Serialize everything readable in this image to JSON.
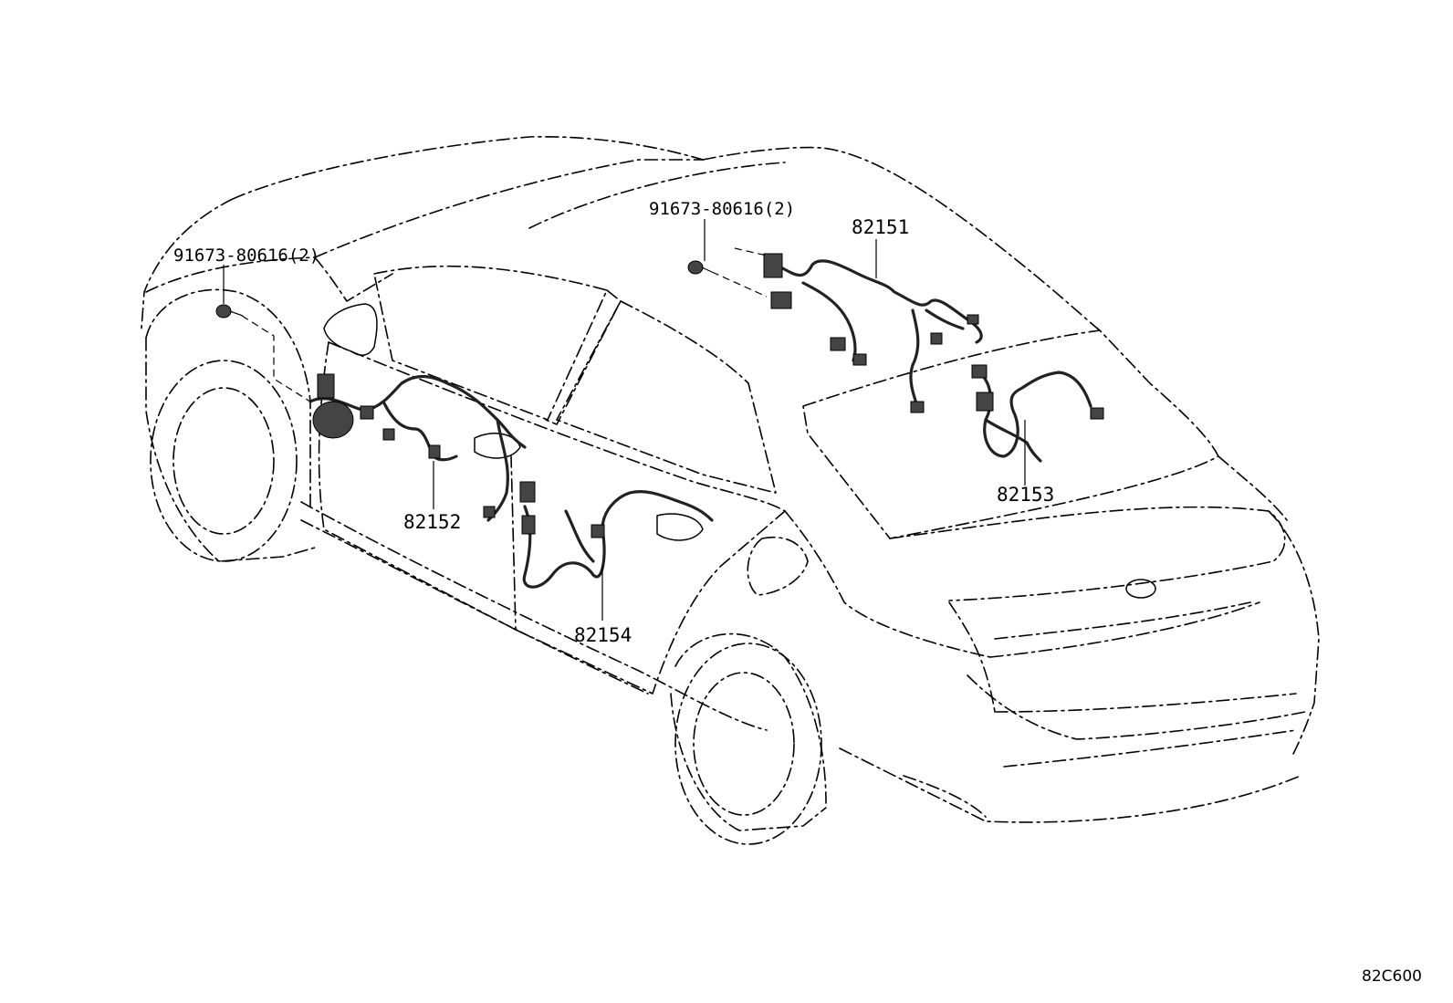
{
  "callouts": {
    "clip_left": "91673-80616(2)",
    "clip_right": "91673-80616(2)",
    "harness_roof": "82151",
    "harness_front_door": "82152",
    "harness_rear_right": "82153",
    "harness_rear_door": "82154"
  },
  "figure_code": "82C600"
}
